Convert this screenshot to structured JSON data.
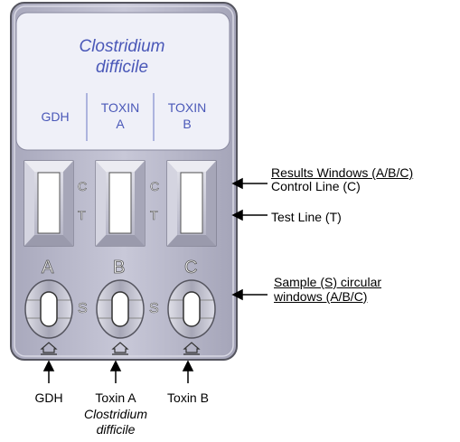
{
  "header": {
    "organism_line1": "Clostridium",
    "organism_line2": "difficile",
    "columns": [
      {
        "line1": "GDH",
        "line2": ""
      },
      {
        "line1": "TOXIN",
        "line2": "A"
      },
      {
        "line1": "TOXIN",
        "line2": "B"
      }
    ]
  },
  "window_marks": {
    "control": "C",
    "test": "T"
  },
  "sample_letters": [
    "A",
    "B",
    "C"
  ],
  "sample_mark": "S",
  "callouts": {
    "results_windows": "Results Windows (A/B/C)",
    "control_line": "Control Line (C)",
    "test_line": "Test Line (T)",
    "sample_line1": "Sample (S) circular",
    "sample_line2": "windows (A/B/C)"
  },
  "bottom_labels": {
    "gdh": "GDH",
    "toxin_a": "Toxin A",
    "toxin_b": "Toxin B",
    "organism_line1": "Clostridium",
    "organism_line2": "difficile"
  },
  "colors": {
    "cassette_fill": "#bdbdcf",
    "panel_fill": "#eff0f8",
    "text_blue": "#4a58b8",
    "outline": "#55555f"
  }
}
